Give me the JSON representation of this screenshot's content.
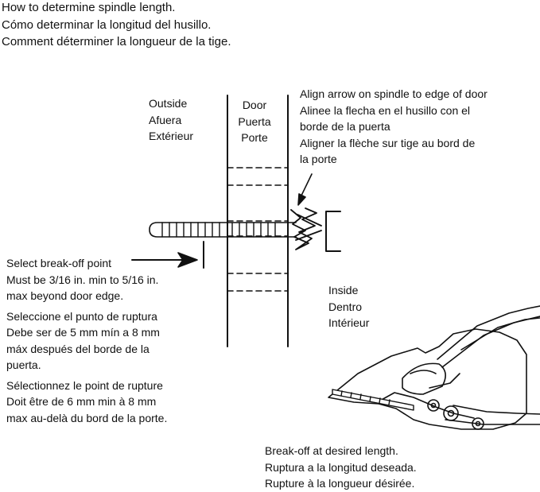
{
  "title": {
    "en": "How to determine spindle length.",
    "es": "Cómo determinar la longitud del husillo.",
    "fr": "Comment déterminer la longueur de la tige."
  },
  "labels": {
    "outside": {
      "en": "Outside",
      "es": "Afuera",
      "fr": "Extérieur"
    },
    "door": {
      "en": "Door",
      "es": "Puerta",
      "fr": "Porte"
    },
    "inside": {
      "en": "Inside",
      "es": "Dentro",
      "fr": "Intérieur"
    }
  },
  "align_note": {
    "en": "Align arrow on spindle to edge of door",
    "es_1": "Alinee la flecha en el husillo con el",
    "es_2": "borde de la puerta",
    "fr_1": "Aligner la flèche sur tige au bord de",
    "fr_2": "la porte"
  },
  "breakoff_note": {
    "en_1": "Select break-off point",
    "en_2": "Must be 3/16 in. min to 5/16 in.",
    "en_3": "max beyond door edge.",
    "es_1": "Seleccione el punto de ruptura",
    "es_2": "Debe ser de 5 mm mín a 8 mm",
    "es_3": "máx después del borde de la",
    "es_4": "puerta.",
    "fr_1": "Sélectionnez le point de rupture",
    "fr_2": "Doit être de 6 mm min à 8 mm",
    "fr_3": "max au-delà du bord de la porte."
  },
  "cutter_caption": {
    "en": "Break-off at desired length.",
    "es": "Ruptura a la longitud deseada.",
    "fr": "Rupture à la longueur désirée."
  },
  "colors": {
    "ink": "#111111",
    "background": "#ffffff"
  }
}
